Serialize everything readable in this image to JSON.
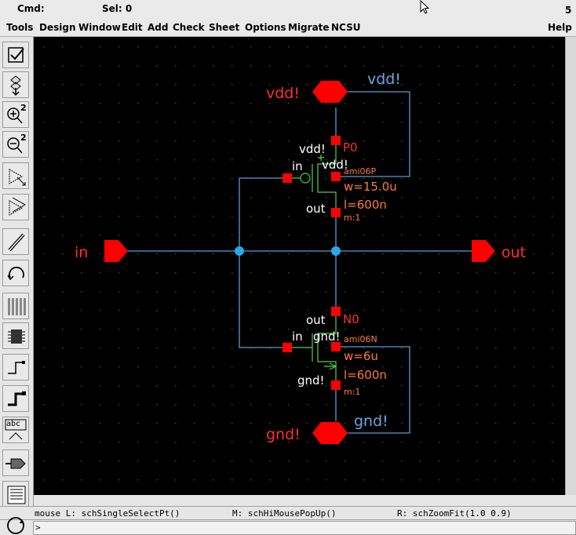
{
  "topbar": {
    "cmd_label": "Cmd:",
    "sel_label": "Sel: 0",
    "window_number": "5"
  },
  "menu": {
    "items": [
      "Tools",
      "Design",
      "Window",
      "Edit",
      "Add",
      "Check",
      "Sheet",
      "Options",
      "Migrate",
      "NCSU"
    ],
    "help": "Help"
  },
  "toolbar": {
    "icons": [
      "check-icon",
      "descend-icon",
      "zoom-in-icon",
      "zoom-out-icon",
      "stretch-icon",
      "copy-icon",
      "wire-icon",
      "undo-icon",
      "instance-icon",
      "pin-icon",
      "wire-narrow-icon",
      "wire-wide-icon",
      "label-icon",
      "add-pin-icon",
      "property-icon"
    ],
    "zoom_in_label": "2",
    "zoom_out_label": "2",
    "label_tool_text": "abc"
  },
  "schematic": {
    "colors": {
      "wire": "#5a9bd4",
      "pin": "#ff0000",
      "label_red": "#ff3030",
      "device": "#4fcf4f",
      "param": "#ff7a40",
      "text": "#ffffff",
      "net_label": "#6aa6e0",
      "grid": "#4a4a4a"
    },
    "pins": {
      "vdd": "vdd!",
      "gnd": "gnd!",
      "in": "in",
      "out": "out"
    },
    "net_labels": {
      "vdd_right": "vdd!",
      "gnd_right": "gnd!"
    },
    "pmos": {
      "instance": "P0",
      "model": "ami06P",
      "width": "w=15.0u",
      "length": "l=600n",
      "mult": "m:1",
      "term_source": "vdd!",
      "term_bulk": "vdd!",
      "term_gate": "in",
      "term_drain": "out"
    },
    "nmos": {
      "instance": "N0",
      "model": "ami06N",
      "width": "w=6u",
      "length": "l=600n",
      "mult": "m:1",
      "term_drain": "out",
      "term_bulk": "gnd!",
      "term_gate": "in",
      "term_source": "gnd!"
    }
  },
  "status": {
    "left": "mouse L: schSingleSelectPt()",
    "middle": "M: schHiMousePopUp()",
    "right": "R: schZoomFit(1.0 0.9)"
  },
  "cmdline": {
    "prompt": ">"
  }
}
